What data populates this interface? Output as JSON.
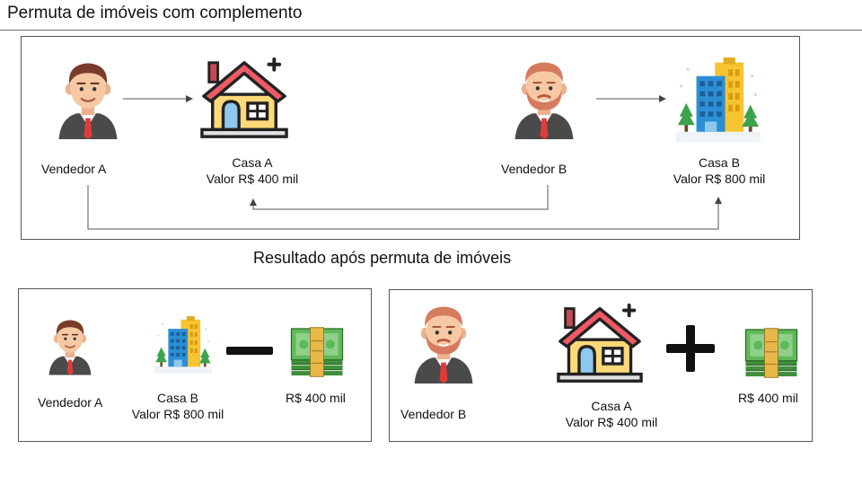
{
  "title": "Permuta de imóveis com complemento",
  "subtitle": "Resultado após permuta de imóveis",
  "top": {
    "seller_a": "Vendedor A",
    "house_a": {
      "name": "Casa A",
      "value": "Valor R$ 400 mil"
    },
    "seller_b": "Vendedor B",
    "house_b": {
      "name": "Casa B",
      "value": "Valor R$ 800 mil"
    }
  },
  "result_a": {
    "seller": "Vendedor A",
    "property": {
      "name": "Casa B",
      "value": "Valor R$ 800 mil"
    },
    "operator": "minus",
    "money": "R$ 400 mil"
  },
  "result_b": {
    "seller": "Vendedor B",
    "property": {
      "name": "Casa A",
      "value": "Valor R$ 400 mil"
    },
    "operator": "plus",
    "money": "R$ 400 mil"
  },
  "colors": {
    "roof": "#ef5a65",
    "house_wall": "#ffd978",
    "door": "#8ec9ee",
    "building_blue": "#2c8fd6",
    "building_yellow": "#f7c431",
    "tree": "#3aa34c",
    "money_green": "#5fb85a",
    "money_band": "#e9b84a",
    "suit": "#4a4a4a",
    "tie": "#e03b3b",
    "skin": "#f6c9a4",
    "hair_brown": "#7a3b2a",
    "hair_red": "#d67b5e"
  }
}
